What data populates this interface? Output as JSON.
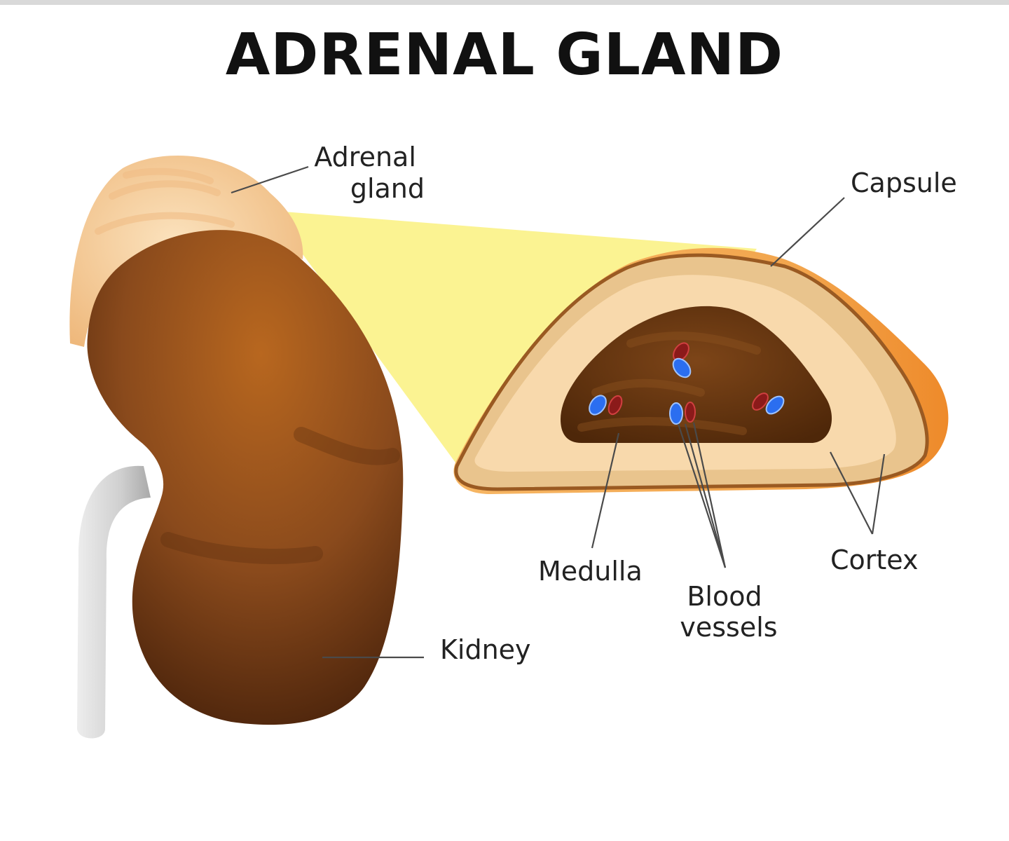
{
  "title": "ADRENAL GLAND",
  "labels": {
    "adrenal_gland": [
      "Adrenal",
      "gland"
    ],
    "capsule": "Capsule",
    "medulla": "Medulla",
    "blood_vessels": [
      "Blood",
      "vessels"
    ],
    "cortex": "Cortex",
    "kidney": "Kidney"
  },
  "colors": {
    "kidney": "#8a4a1c",
    "kidney_highlight": "#b2631f",
    "adrenal": "#f3c794",
    "capsule_outer": "#f0a040",
    "cortex": "#f7d5a4",
    "cortex_dark": "#e7c592",
    "medulla": "#6b3a14",
    "projection": "#fbf28c",
    "vein": "#2b6ef0",
    "artery": "#8b1a1a",
    "ureter": "#d7d7d7"
  }
}
